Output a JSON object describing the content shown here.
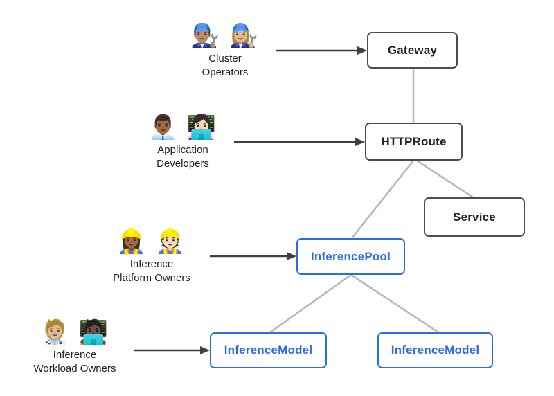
{
  "diagram": {
    "background": "#ffffff",
    "colors": {
      "standard_node_border": "#4d4d4d",
      "standard_node_text": "#212121",
      "inference_blue": "#2d6ce5",
      "connector_gray": "#b5b5b5",
      "arrow_dark": "#3f3f3f"
    },
    "personas": [
      {
        "id": "cluster-operators",
        "emoji": "👨🏽‍🔧 👩🏼‍🔧",
        "label_line1": "Cluster",
        "label_line2": "Operators"
      },
      {
        "id": "application-developers",
        "emoji": "👨🏾‍💼 👩🏻‍💻",
        "label_line1": "Application",
        "label_line2": "Developers"
      },
      {
        "id": "inference-platform-owners",
        "emoji": "👷🏾‍♀️ 👷🏻",
        "label_line1": "Inference",
        "label_line2": "Platform Owners"
      },
      {
        "id": "inference-workload-owners",
        "emoji": "🧑🏼‍⚕️ 🧑🏿‍💻",
        "label_line1": "Inference",
        "label_line2": "Workload Owners"
      }
    ],
    "nodes": [
      {
        "id": "gateway",
        "label": "Gateway",
        "variant": "standard"
      },
      {
        "id": "httproute",
        "label": "HTTPRoute",
        "variant": "standard"
      },
      {
        "id": "service",
        "label": "Service",
        "variant": "standard"
      },
      {
        "id": "inference-pool",
        "label": "InferencePool",
        "variant": "inference"
      },
      {
        "id": "inference-model-left",
        "label": "InferenceModel",
        "variant": "inference"
      },
      {
        "id": "inference-model-right",
        "label": "InferenceModel",
        "variant": "inference"
      }
    ],
    "edges": [
      {
        "from": "cluster-operators",
        "to": "gateway",
        "type": "arrow"
      },
      {
        "from": "application-developers",
        "to": "httproute",
        "type": "arrow"
      },
      {
        "from": "inference-platform-owners",
        "to": "inference-pool",
        "type": "arrow"
      },
      {
        "from": "inference-workload-owners",
        "to": "inference-model-left",
        "type": "arrow"
      },
      {
        "from": "gateway",
        "to": "httproute",
        "type": "line"
      },
      {
        "from": "httproute",
        "to": "inference-pool",
        "type": "line"
      },
      {
        "from": "httproute",
        "to": "service",
        "type": "line"
      },
      {
        "from": "inference-pool",
        "to": "inference-model-left",
        "type": "line"
      },
      {
        "from": "inference-pool",
        "to": "inference-model-right",
        "type": "line"
      }
    ]
  }
}
